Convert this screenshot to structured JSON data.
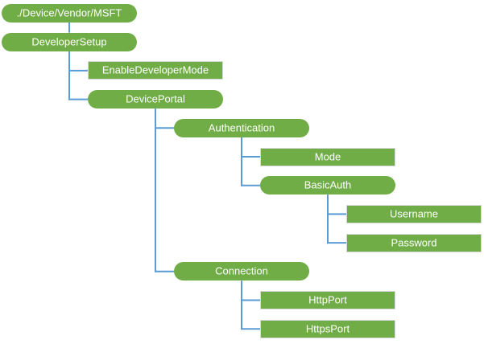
{
  "diagram": {
    "kind": "tree",
    "colors": {
      "background": "#FFFFFF",
      "node_fill": "#70AD47",
      "node_text": "#FFFFFF",
      "connector": "#5B9BD5",
      "leaf_border": "#D9D9D9"
    },
    "nodes": [
      {
        "label": "./Device/Vendor/MSFT",
        "shape": "rounded",
        "level": 0,
        "row": 0
      },
      {
        "label": "DeveloperSetup",
        "shape": "rounded",
        "level": 0,
        "row": 1
      },
      {
        "label": "EnableDeveloperMode",
        "shape": "rect",
        "level": 1,
        "row": 2
      },
      {
        "label": "DevicePortal",
        "shape": "rounded",
        "level": 1,
        "row": 3
      },
      {
        "label": "Authentication",
        "shape": "rounded",
        "level": 2,
        "row": 4
      },
      {
        "label": "Mode",
        "shape": "rect",
        "level": 3,
        "row": 5
      },
      {
        "label": "BasicAuth",
        "shape": "rounded",
        "level": 3,
        "row": 6
      },
      {
        "label": "Username",
        "shape": "rect",
        "level": 4,
        "row": 7
      },
      {
        "label": "Password",
        "shape": "rect",
        "level": 4,
        "row": 8
      },
      {
        "label": "Connection",
        "shape": "rounded",
        "level": 2,
        "row": 9
      },
      {
        "label": "HttpPort",
        "shape": "rect",
        "level": 3,
        "row": 10
      },
      {
        "label": "HttpsPort",
        "shape": "rect",
        "level": 3,
        "row": 11
      }
    ],
    "edges": [
      {
        "parent": 0,
        "children": [
          1
        ]
      },
      {
        "parent": 1,
        "children": [
          2,
          3
        ]
      },
      {
        "parent": 3,
        "children": [
          4,
          9
        ]
      },
      {
        "parent": 4,
        "children": [
          5,
          6
        ]
      },
      {
        "parent": 6,
        "children": [
          7,
          8
        ]
      },
      {
        "parent": 9,
        "children": [
          10,
          11
        ]
      }
    ]
  }
}
